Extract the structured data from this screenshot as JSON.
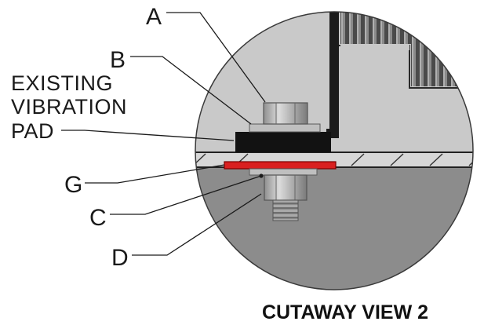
{
  "diagram": {
    "view_title": "CUTAWAY VIEW 2",
    "pad_label_lines": [
      "EXISTING",
      "VIBRATION",
      "PAD"
    ],
    "callouts": {
      "a": "A",
      "b": "B",
      "c": "C",
      "d": "D",
      "g": "G"
    },
    "colors": {
      "upper_housing": "#c9c9c9",
      "lower_housing": "#8c8c8c",
      "vibration_pad": "#121212",
      "gasket_g": "#d92020",
      "base_plate": "#d7d7d7",
      "bolt": "#b4b4b4",
      "ribbed_panel": "#555555"
    }
  }
}
